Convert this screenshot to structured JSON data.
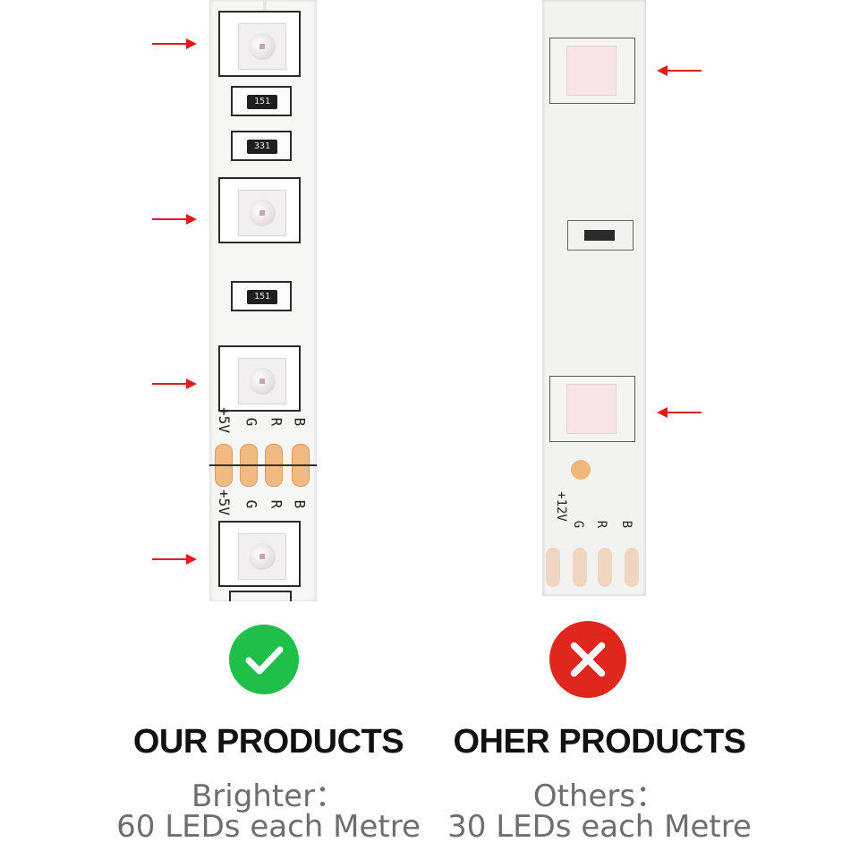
{
  "left": {
    "heading": "OUR PRODUCTS",
    "line1": "Brighter：",
    "line2": "60 LEDs each Metre",
    "resistor_codes": [
      "151",
      "331",
      "151"
    ],
    "pad_labels": [
      "+5V",
      "G",
      "R",
      "B"
    ],
    "status_icon": "check-icon",
    "status_color": "#1fbf4a"
  },
  "right": {
    "heading": "OHER PRODUCTS",
    "line1": "Others：",
    "line2": "30 LEDs each Metre",
    "pad_labels": [
      "+12V",
      "G",
      "R",
      "B"
    ],
    "status_icon": "cross-icon",
    "status_color": "#e0271e"
  },
  "colors": {
    "arrow": "#e11c1c",
    "heading": "#111111",
    "subtext": "#6e6e6e",
    "copper": "#f2b982"
  }
}
